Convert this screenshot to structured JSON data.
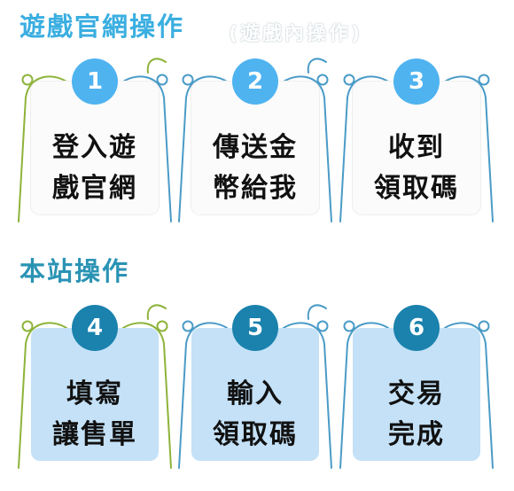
{
  "sections": {
    "official": {
      "title": "遊戲官網操作",
      "faded_text": "(遊戲內操作)"
    },
    "site": {
      "title": "本站操作"
    }
  },
  "steps": [
    {
      "number": "1",
      "line1": "登入遊",
      "line2": "戲官網"
    },
    {
      "number": "2",
      "line1": "傳送金",
      "line2": "幣給我"
    },
    {
      "number": "3",
      "line1": "收到",
      "line2": "領取碼"
    },
    {
      "number": "4",
      "line1": "填寫",
      "line2": "讓售單"
    },
    {
      "number": "5",
      "line1": "輸入",
      "line2": "領取碼"
    },
    {
      "number": "6",
      "line1": "交易",
      "line2": "完成"
    }
  ],
  "colors": {
    "title_official": "#3aaee0",
    "title_site": "#2a93b4",
    "badge_row1": "#4fb3f0",
    "badge_row2": "#1a82ad",
    "card_row2": "#c4e1f7",
    "frame_green": "#8db33a",
    "frame_blue": "#3f95c2"
  }
}
